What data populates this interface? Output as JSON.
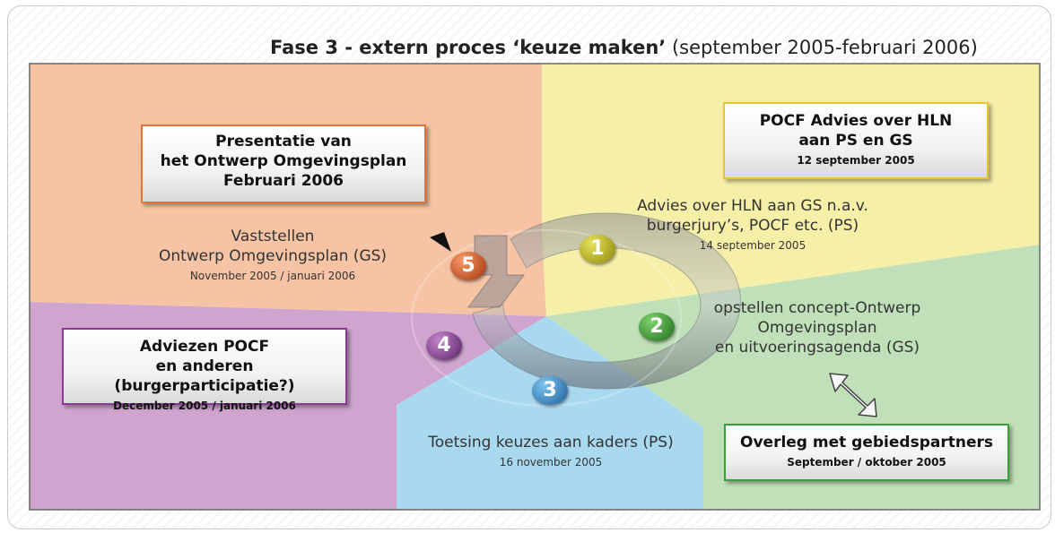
{
  "title": {
    "main": "Fase 3 - extern proces ‘keuze maken’",
    "period": "(september 2005-februari 2006)"
  },
  "colors": {
    "orange_region": "#f6c4a4",
    "yellow_region": "#f6efa8",
    "green_region": "#bfe0b8",
    "blue_region": "#a9d9ef",
    "purple_region": "#cfa5d0",
    "step1": "#a7a514",
    "step2": "#2d8f2b",
    "step3": "#2a7fc0",
    "step4": "#7b3489",
    "step5": "#d9541f"
  },
  "boxes": {
    "presentatie": {
      "lines": [
        "Presentatie van",
        "het Ontwerp Omgevingsplan",
        "Februari 2006"
      ]
    },
    "pocf_advies": {
      "lines": [
        "POCF Advies over HLN",
        "aan PS en GS"
      ],
      "date": "12 september 2005"
    },
    "adviezen": {
      "lines": [
        "Adviezen POCF",
        "en anderen (burgerparticipatie?)"
      ],
      "date": "December 2005 / januari 2006"
    },
    "overleg": {
      "lines": [
        "Overleg met gebiedspartners"
      ],
      "date": "September / oktober 2005"
    }
  },
  "steps": [
    {
      "number": "1",
      "lines": [
        "Advies over HLN aan GS n.a.v.",
        "burgerjury’s, POCF etc. (PS)"
      ],
      "date": "14 september 2005"
    },
    {
      "number": "2",
      "lines": [
        "opstellen concept-Ontwerp",
        "Omgevingsplan",
        "en uitvoeringsagenda (GS)"
      ],
      "date": ""
    },
    {
      "number": "3",
      "lines": [
        "Toetsing keuzes aan kaders (PS)"
      ],
      "date": "16 november 2005"
    },
    {
      "number": "4",
      "lines": [],
      "date": ""
    },
    {
      "number": "5",
      "lines": [
        "Vaststellen",
        "Ontwerp Omgevingsplan (GS)"
      ],
      "date": "November 2005 / januari 2006"
    }
  ]
}
